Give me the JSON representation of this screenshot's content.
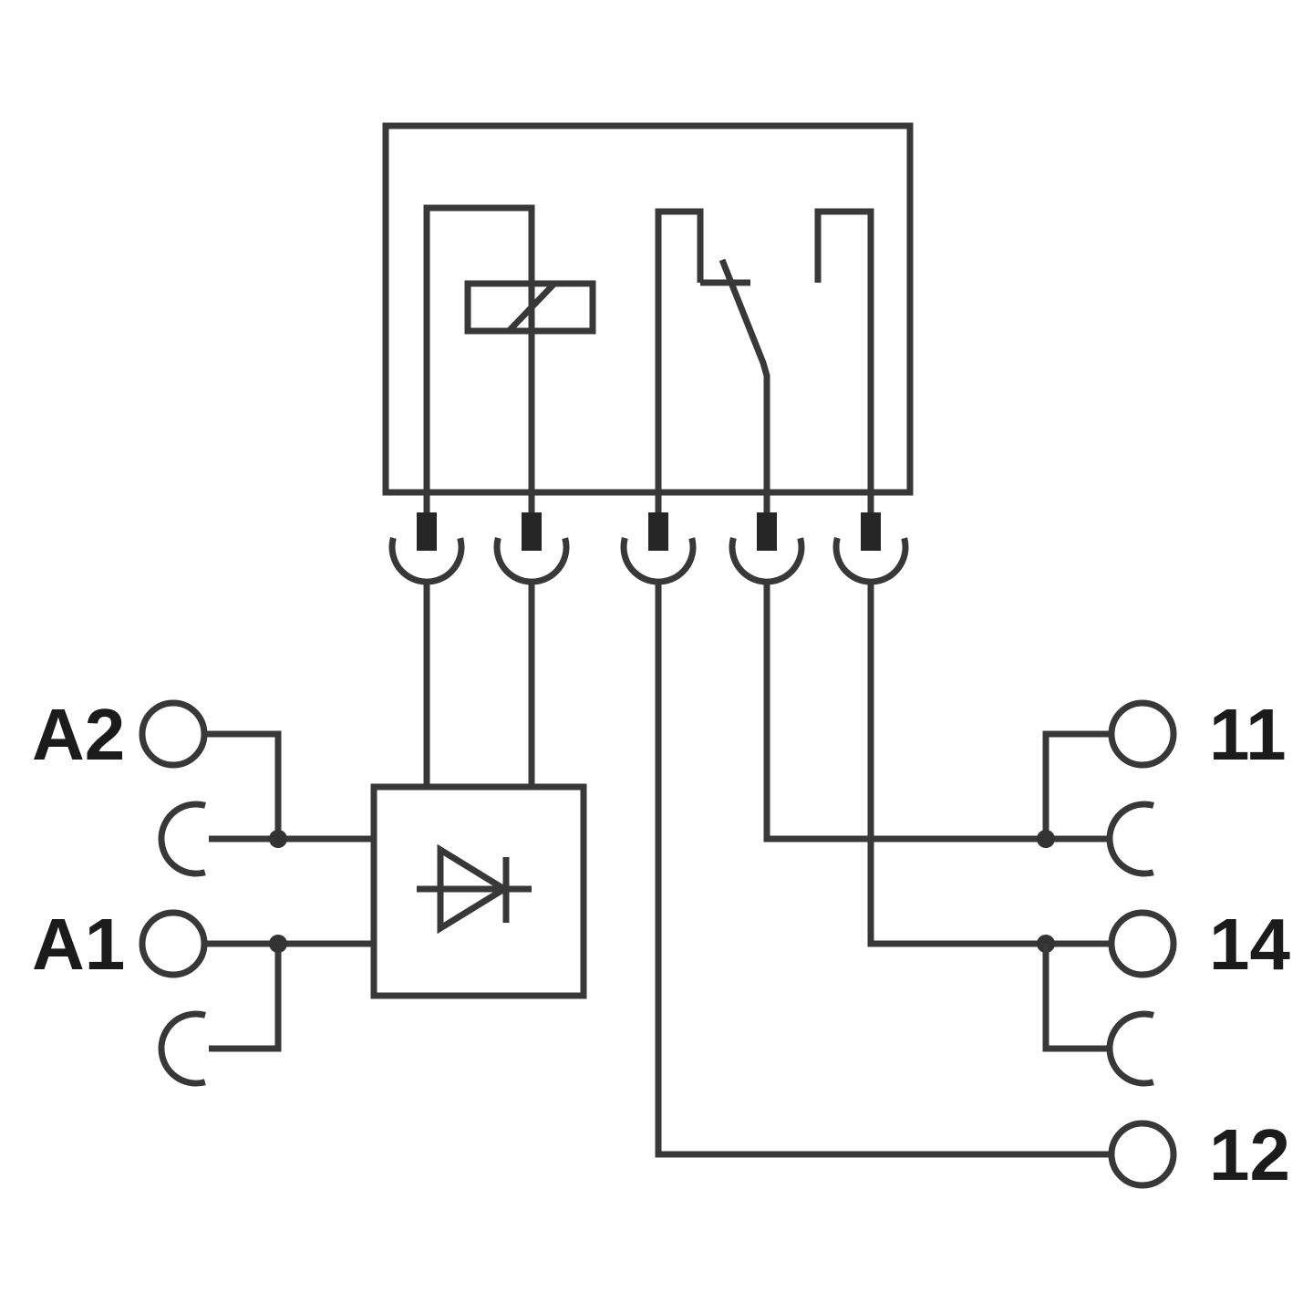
{
  "diagram": {
    "terminals": {
      "a2": {
        "label": "A2"
      },
      "a1": {
        "label": "A1"
      },
      "t11": {
        "label": "11"
      },
      "t14": {
        "label": "14"
      },
      "t12": {
        "label": "12"
      }
    },
    "colors": {
      "background": "#ffffff",
      "line": "#383838",
      "pin_fill": "#262626",
      "text": "#1b1b1b"
    }
  }
}
